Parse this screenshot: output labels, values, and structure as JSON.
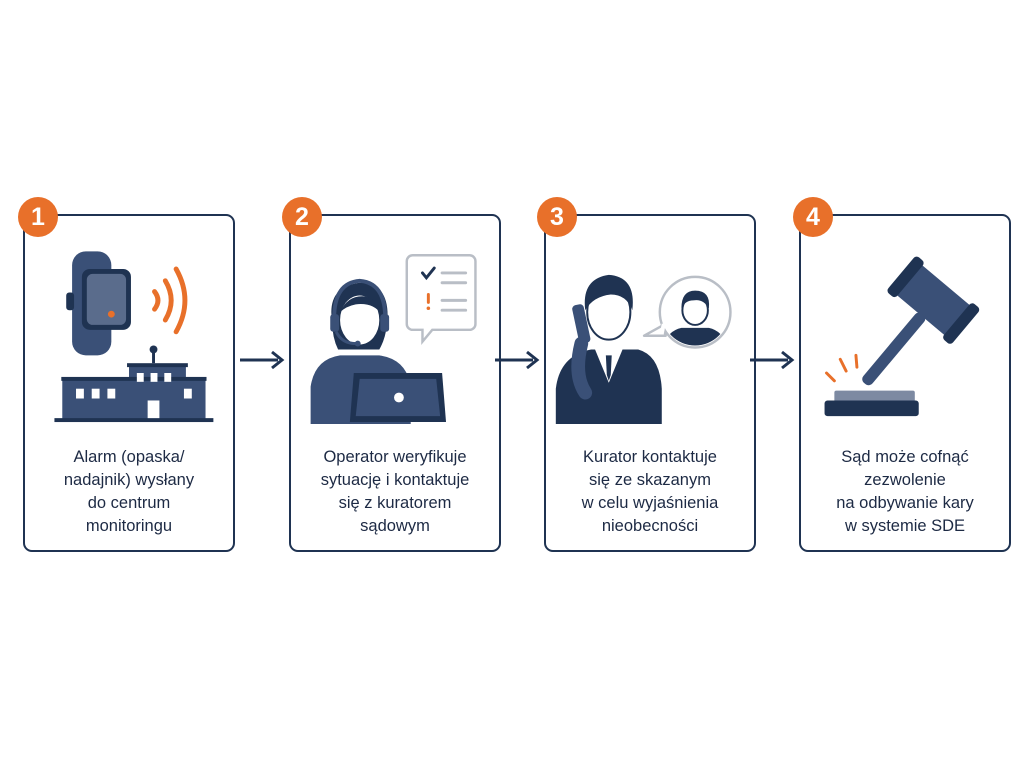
{
  "colors": {
    "navy": "#1f3352",
    "slate": "#3a5077",
    "orange": "#e8702a",
    "gray": "#b9bec6"
  },
  "steps": [
    {
      "number": "1",
      "icon": "wristband-transmitter-monitoring-center-icon",
      "caption": "Alarm (opaska/\nnadajnik) wysłany\ndo centrum\nmonitoringu"
    },
    {
      "number": "2",
      "icon": "operator-headset-laptop-icon",
      "caption": "Operator weryfikuje\nsytuację i kontaktuje\nsię z kuratorem\nsądowym"
    },
    {
      "number": "3",
      "icon": "probation-officer-phone-call-icon",
      "caption": "Kurator kontaktuje\nsię ze skazanym\nw celu wyjaśnienia\nnieobecności"
    },
    {
      "number": "4",
      "icon": "gavel-icon",
      "caption": "Sąd może cofnąć\nzezwolenie\nna odbywanie kary\nw systemie SDE"
    }
  ]
}
